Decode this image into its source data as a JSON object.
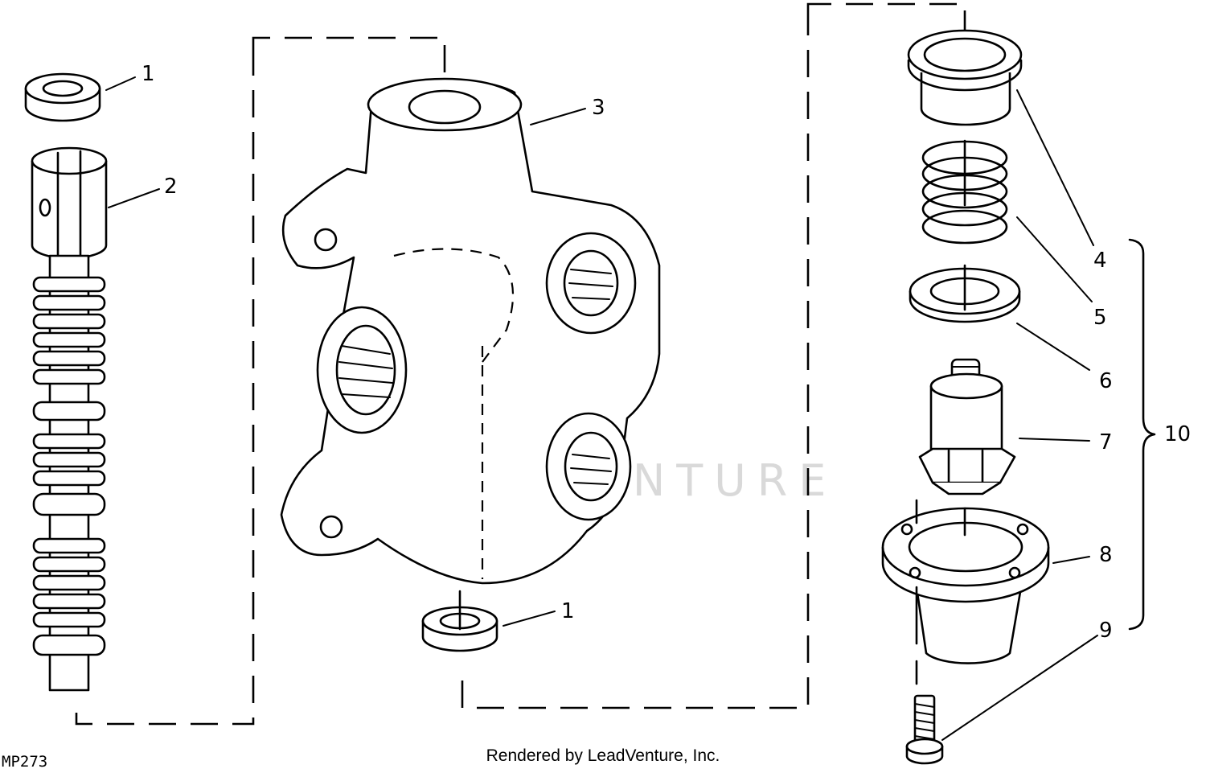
{
  "figure_id": "MP273",
  "credit": "Rendered by LeadVenture, Inc.",
  "watermark": "LEADVENTURE",
  "callouts": {
    "c1_top": "1",
    "c2": "2",
    "c3": "3",
    "c1_bottom": "1",
    "c4": "4",
    "c5": "5",
    "c6": "6",
    "c7": "7",
    "c8": "8",
    "c9": "9",
    "c10": "10"
  }
}
